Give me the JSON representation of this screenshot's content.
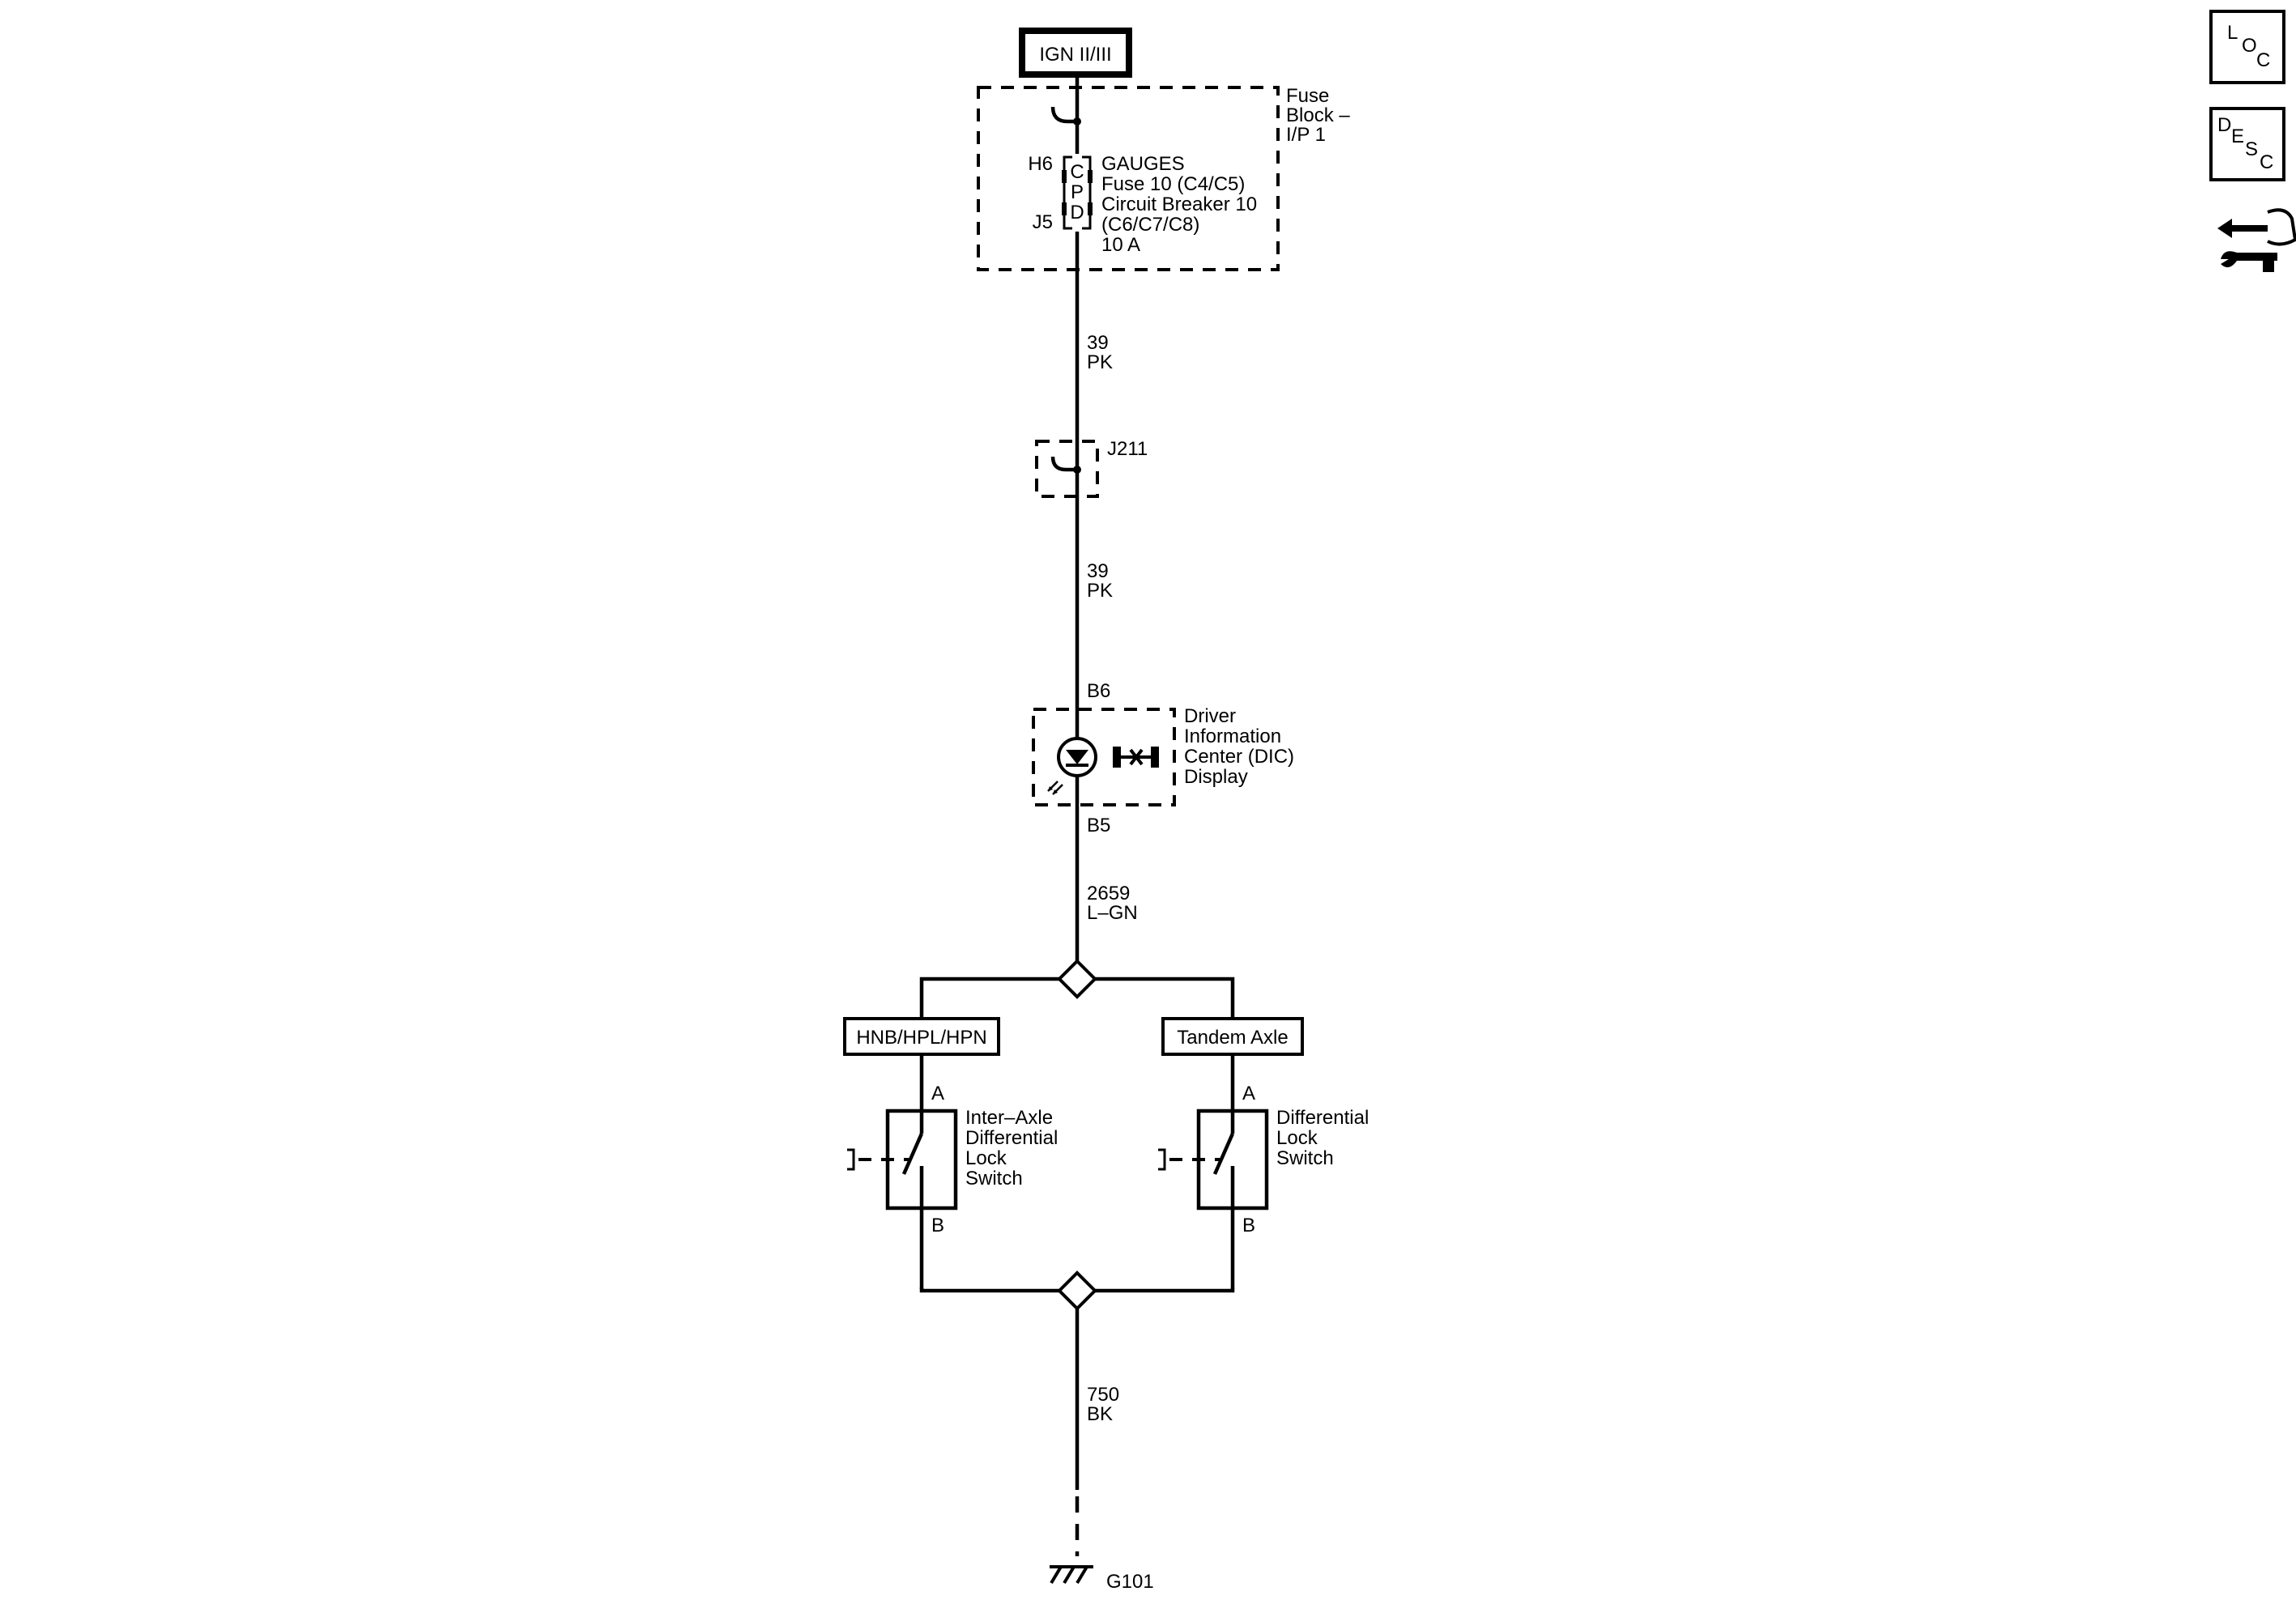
{
  "power_source": {
    "label": "IGN II/III"
  },
  "fuse_block": {
    "name_lines": [
      "Fuse",
      "Block –",
      "I/P 1"
    ],
    "pin_top": "H6",
    "pin_bottom": "J5",
    "cpd_letters": [
      "C",
      "P",
      "D"
    ],
    "fuse_lines": [
      "GAUGES",
      "Fuse 10 (C4/C5)",
      "Circuit Breaker 10",
      "(C6/C7/C8)",
      "10 A"
    ]
  },
  "wire_1": {
    "circuit": "39",
    "color": "PK"
  },
  "splice": {
    "label": "J211"
  },
  "wire_2": {
    "circuit": "39",
    "color": "PK"
  },
  "dic": {
    "pin_top": "B6",
    "pin_bottom": "B5",
    "name_lines": [
      "Driver",
      "Information",
      "Center (DIC)",
      "Display"
    ]
  },
  "wire_3": {
    "circuit": "2659",
    "color": "L–GN"
  },
  "option_left": {
    "label": "HNB/HPL/HPN"
  },
  "option_right": {
    "label": "Tandem Axle"
  },
  "switch_left": {
    "pin_a": "A",
    "pin_b": "B",
    "name_lines": [
      "Inter–Axle",
      "Differential",
      "Lock",
      "Switch"
    ]
  },
  "switch_right": {
    "pin_a": "A",
    "pin_b": "B",
    "name_lines": [
      "Differential",
      "Lock",
      "Switch"
    ]
  },
  "wire_4": {
    "circuit": "750",
    "color": "BK"
  },
  "ground": {
    "label": "G101"
  },
  "side_icons": {
    "loc": [
      "L",
      "O",
      "C"
    ],
    "desc": [
      "D",
      "E",
      "S",
      "C"
    ],
    "tool_icon": "connector-wrench-icon"
  }
}
